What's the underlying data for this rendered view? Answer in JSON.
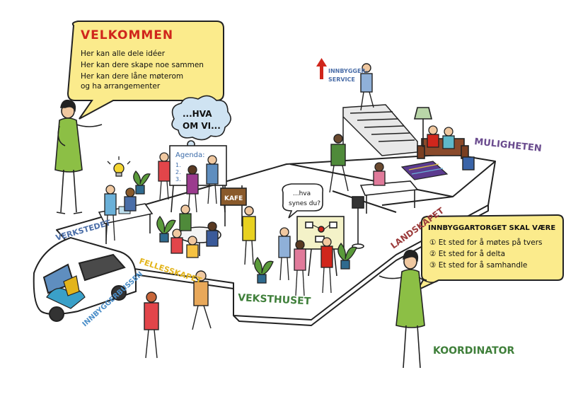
{
  "welcome_bubble": {
    "title": "VELKOMMEN",
    "lines": [
      "Her kan alle dele idéer",
      "Her kan dere skape noe sammen",
      "Her kan dere låne møterom",
      "og ha arrangementer"
    ]
  },
  "goals_bubble": {
    "title": "INNBYGGARTORGET SKAL VÆRE",
    "items": [
      "Et sted for å møtes på tvers",
      "Et sted for å delta",
      "Et sted for å samhandle"
    ]
  },
  "thought_bubble": {
    "line1": "...HVA",
    "line2": "OM VI..."
  },
  "speech_small": {
    "line1": "...hva",
    "line2": "synes du?"
  },
  "whiteboard": {
    "title": "Agenda:",
    "items": [
      "1.",
      "2.",
      "3."
    ]
  },
  "cafe_sign": "KAFE",
  "areas": {
    "verkstedet": "VERKSTEDET",
    "fellesskapet": "FELLESSKAPET",
    "veksthuset": "VEKSTHUSET",
    "landskapet": "LANDSKAPET",
    "muligheten": "MULIGHETEN",
    "koordinator": "KOORDINATOR",
    "innbyggerbussen": "INNBYGGERBUSSEN",
    "innbyggerservice_line1": "INNBYGGER-",
    "innbyggerservice_line2": "SERVICE"
  },
  "colors": {
    "bubble_fill": "#fbeb8c",
    "thought_fill": "#cfe3f2",
    "green_dress": "#8cbf45",
    "welcome_title": "#d0261c",
    "area_purple": "#6a4b8e",
    "area_brown": "#9b3b3b",
    "area_green": "#3f7f3a",
    "area_yellow": "#e3b41b",
    "area_blue": "#4b6ea8"
  }
}
